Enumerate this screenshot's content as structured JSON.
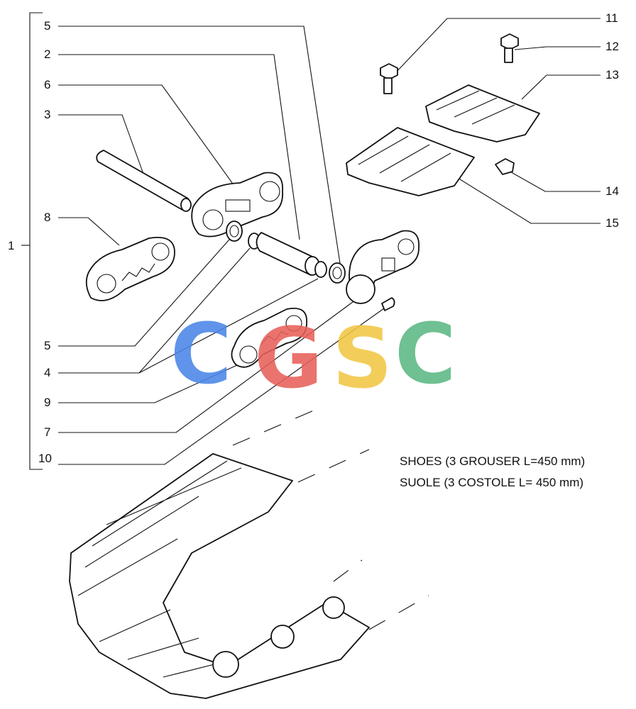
{
  "callouts": {
    "c1": "1",
    "c5a": "5",
    "c2": "2",
    "c6": "6",
    "c3": "3",
    "c8": "8",
    "c5b": "5",
    "c4": "4",
    "c9": "9",
    "c7": "7",
    "c10": "10",
    "c11": "11",
    "c12": "12",
    "c13": "13",
    "c14": "14",
    "c15": "15"
  },
  "caption": {
    "line1": "SHOES (3 GROUSER L=450 mm)",
    "line2": "SUOLE (3 COSTOLE L= 450 mm)"
  },
  "watermark": {
    "letters": [
      "C",
      "G",
      "S",
      "C"
    ],
    "colors": [
      "#4a86e8",
      "#e8605a",
      "#f2c744",
      "#5cb883"
    ]
  }
}
